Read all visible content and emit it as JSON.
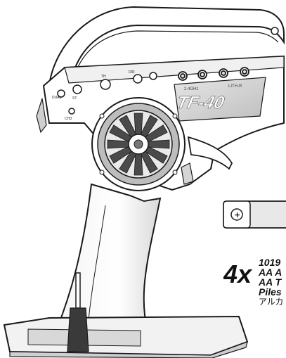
{
  "illustration": {
    "subject": "transmitter",
    "model_label": "TF-40",
    "sub_label": "LITH-R",
    "side_label": "2.4GHz",
    "knob_labels": [
      "D/R",
      "ST",
      "TH",
      "CH3",
      "DUAL"
    ]
  },
  "battery": {
    "count": "4x",
    "lines": [
      "1019",
      "AA A",
      "AA T",
      "Piles",
      "アルカ"
    ]
  },
  "colors": {
    "line": "#1a1a1a",
    "body": "#ffffff",
    "shade": "#d8d8d8",
    "dark": "#9a9a9a"
  }
}
